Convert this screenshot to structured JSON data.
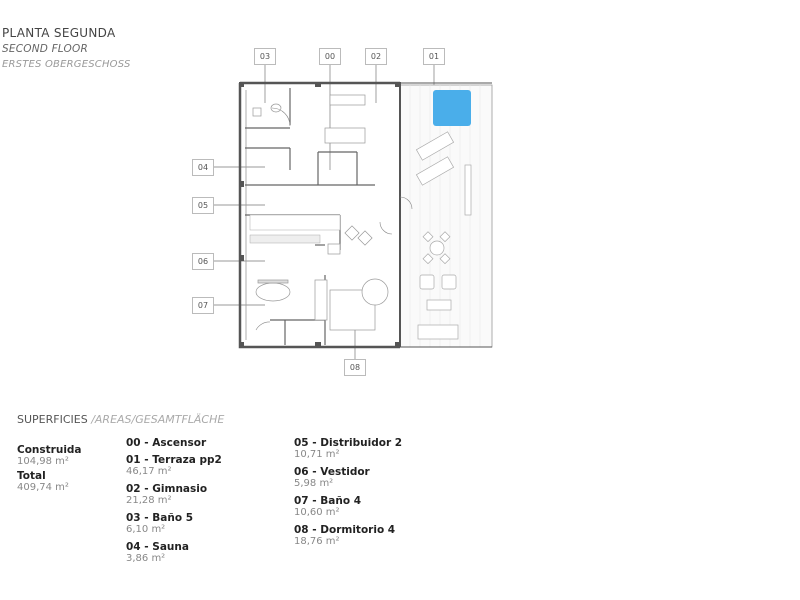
{
  "header": {
    "title": "PLANTA SEGUNDA",
    "subtitle_en": "SECOND FLOOR",
    "subtitle_de": "ERSTES OBERGESCHOSS"
  },
  "plan_labels": {
    "top": [
      "03",
      "00",
      "02",
      "01"
    ],
    "left": [
      "04",
      "05",
      "06",
      "07"
    ],
    "bottom": [
      "08"
    ]
  },
  "colors": {
    "pool": "#4aaeea",
    "wall": "#555555",
    "label_border": "#bbbbbb"
  },
  "areas": {
    "title": "SUPERFICIES",
    "title_en": "/AREAS",
    "title_de": "/GESAMTFLÄCHE",
    "summary": [
      {
        "name": "Construida",
        "value": "104,98 m²"
      },
      {
        "name": "Total",
        "value": "409,74 m²"
      }
    ],
    "rooms_col1": [
      {
        "name": "00 - Ascensor",
        "value": ""
      },
      {
        "name": "01 - Terraza pp2",
        "value": "46,17 m²"
      },
      {
        "name": "02 - Gimnasio",
        "value": "21,28 m²"
      },
      {
        "name": "03 - Baño 5",
        "value": "6,10 m²"
      },
      {
        "name": "04 - Sauna",
        "value": "3,86 m²"
      }
    ],
    "rooms_col2": [
      {
        "name": "05 - Distribuidor 2",
        "value": "10,71 m²"
      },
      {
        "name": "06 - Vestidor",
        "value": "5,98 m²"
      },
      {
        "name": "07 - Baño 4",
        "value": "10,60 m²"
      },
      {
        "name": "08 - Dormitorio 4",
        "value": "18,76 m²"
      }
    ]
  }
}
